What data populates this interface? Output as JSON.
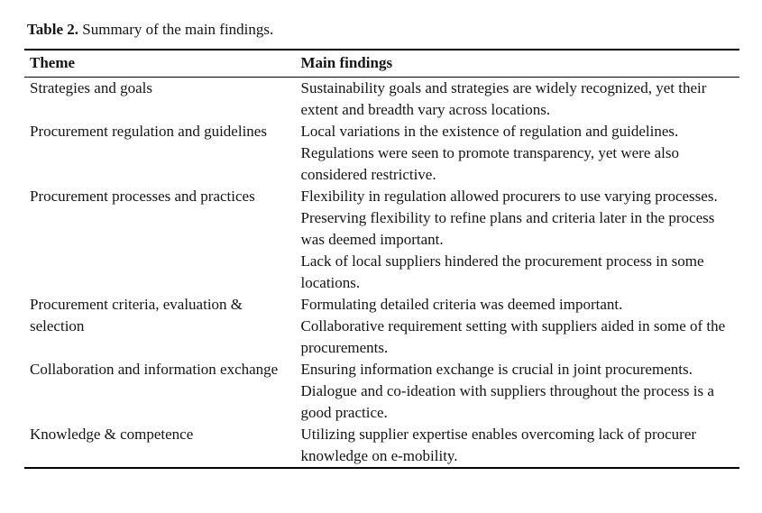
{
  "caption": {
    "label": "Table 2.",
    "text": " Summary of the main findings."
  },
  "table": {
    "headers": {
      "theme": "Theme",
      "findings": "Main findings"
    },
    "rows": [
      {
        "theme": "Strategies and goals",
        "findings": [
          "Sustainability goals and strategies are widely recognized, yet their extent and breadth vary across locations."
        ]
      },
      {
        "theme": "Procurement regulation and guidelines",
        "findings": [
          "Local variations in the existence of regulation and guidelines.",
          "Regulations were seen to promote transparency, yet were also considered restrictive."
        ]
      },
      {
        "theme": "Procurement processes and practices",
        "findings": [
          "Flexibility in regulation allowed procurers to use varying processes.",
          "Preserving flexibility to refine plans and criteria later in the process was deemed important.",
          "Lack of local suppliers hindered the procurement process in some locations."
        ]
      },
      {
        "theme": "Procurement criteria, evaluation & selection",
        "findings": [
          "Formulating detailed criteria was deemed important.",
          "Collaborative requirement setting with suppliers aided in some of the procurements."
        ]
      },
      {
        "theme": "Collaboration and information exchange",
        "findings": [
          "Ensuring information exchange is crucial in joint procurements.",
          "Dialogue and co-ideation with suppliers throughout the process is a good practice."
        ]
      },
      {
        "theme": "Knowledge & competence",
        "findings": [
          "Utilizing supplier expertise enables overcoming lack of procurer knowledge on e-mobility."
        ]
      }
    ]
  },
  "colors": {
    "background": "#ffffff",
    "text": "#141414",
    "rule": "#000000"
  }
}
